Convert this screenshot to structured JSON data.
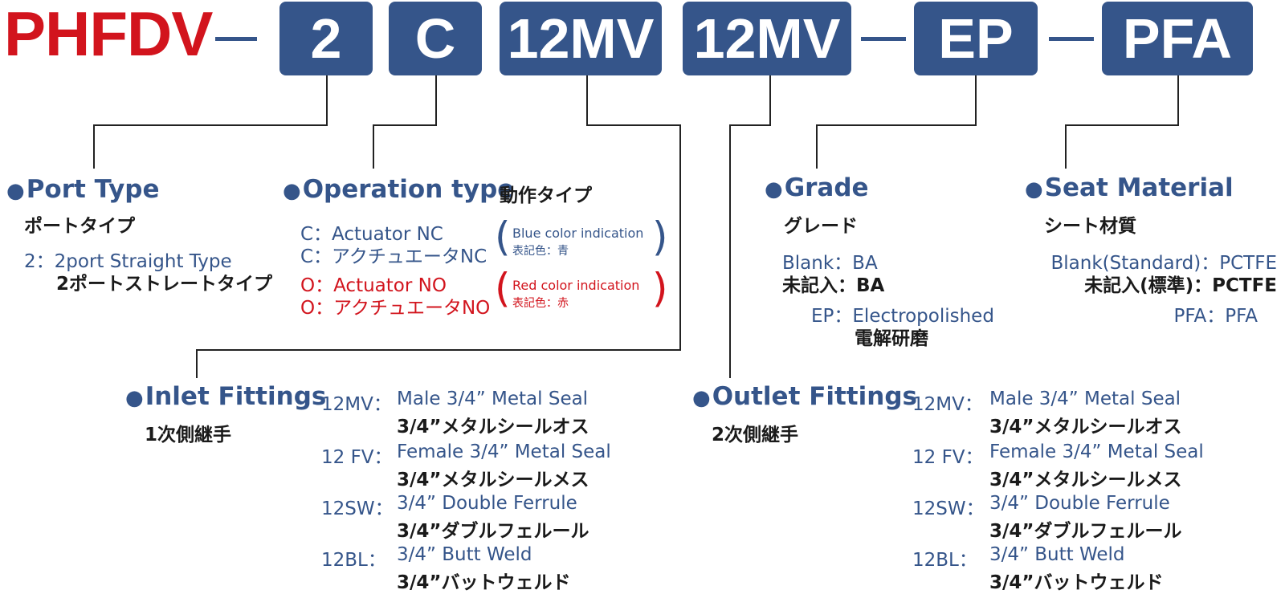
{
  "code": {
    "prefix": "PHFDV",
    "dash": "—",
    "segments": [
      "2",
      "C",
      "12MV",
      "12MV",
      "EP",
      "PFA"
    ]
  },
  "port_type": {
    "title": "Port Type",
    "jp": "ポートタイプ",
    "option": "2：2port Straight Type",
    "option_jp": "2ポートストレートタイプ"
  },
  "operation_type": {
    "title": "Operation type",
    "jp": "動作タイプ",
    "nc_en": "C：Actuator NC",
    "nc_jp": "C：アクチュエータNC",
    "nc_note_en": "Blue color indication",
    "nc_note_jp": "表記色：青",
    "no_en": "O：Actuator NO",
    "no_jp": "O：アクチュエータNO",
    "no_note_en": "Red color indication",
    "no_note_jp": "表記色：赤"
  },
  "grade": {
    "title": "Grade",
    "jp": "グレード",
    "blank_en": "Blank：BA",
    "blank_jp": "未記入：BA",
    "ep_en": "EP：Electropolished",
    "ep_jp": "電解研磨"
  },
  "seat_material": {
    "title": "Seat Material",
    "jp": "シート材質",
    "blank_en": "Blank(Standard)：PCTFE",
    "blank_jp": "未記入(標準)：PCTFE",
    "pfa": "PFA：PFA"
  },
  "inlet": {
    "title": "Inlet Fittings",
    "jp": "1次側継手",
    "items": [
      {
        "code": "12MV：",
        "en": "Male 3/4” Metal Seal",
        "jp": "3/4”メタルシールオス"
      },
      {
        "code": "12 FV：",
        "en": "Female 3/4” Metal Seal",
        "jp": "3/4”メタルシールメス"
      },
      {
        "code": "12SW：",
        "en": "3/4” Double Ferrule",
        "jp": "3/4”ダブルフェルール"
      },
      {
        "code": "12BL：",
        "en": "3/4” Butt Weld",
        "jp": "3/4”バットウェルド"
      }
    ]
  },
  "outlet": {
    "title": "Outlet Fittings",
    "jp": "2次側継手",
    "items": [
      {
        "code": "12MV：",
        "en": "Male 3/4” Metal Seal",
        "jp": "3/4”メタルシールオス"
      },
      {
        "code": "12 FV：",
        "en": "Female 3/4” Metal Seal",
        "jp": "3/4”メタルシールメス"
      },
      {
        "code": "12SW：",
        "en": "3/4” Double Ferrule",
        "jp": "3/4”ダブルフェルール"
      },
      {
        "code": "12BL：",
        "en": "3/4” Butt Weld",
        "jp": "3/4”バットウェルド"
      }
    ]
  },
  "colors": {
    "navy": "#35558a",
    "red": "#d2141d",
    "text": "#1a1a1a"
  }
}
